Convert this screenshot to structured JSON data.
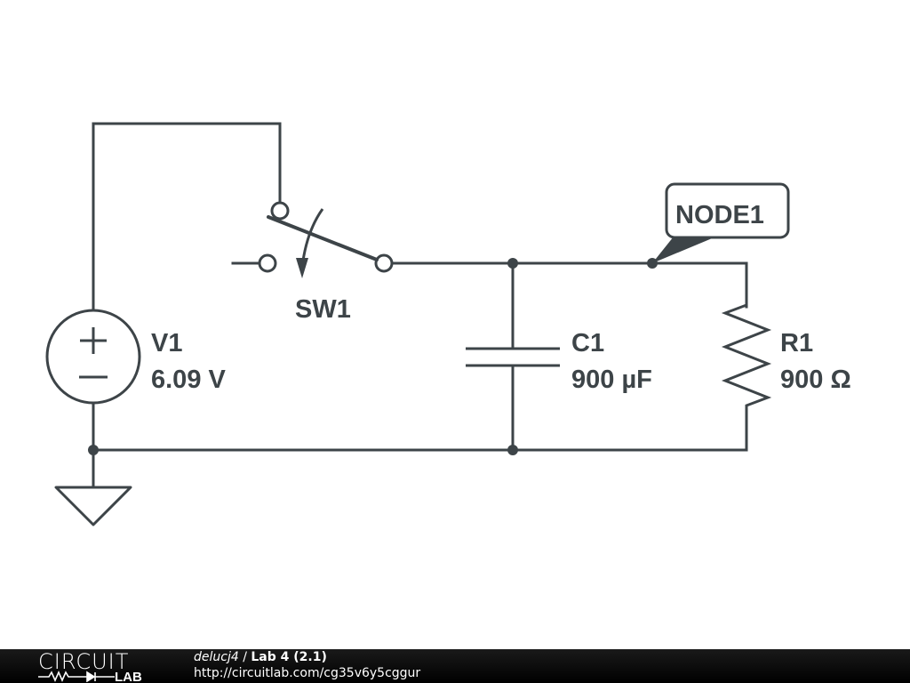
{
  "schematic": {
    "components": {
      "v1": {
        "name": "V1",
        "value": "6.09 V",
        "plus": "+",
        "minus": "−"
      },
      "sw1": {
        "name": "SW1"
      },
      "c1": {
        "name": "C1",
        "value": "900 µF"
      },
      "r1": {
        "name": "R1",
        "value": "900 Ω"
      }
    },
    "node_label": "NODE1",
    "colors": {
      "stroke": "#3d4448",
      "background": "#ffffff",
      "footer": "#000000"
    }
  },
  "footer": {
    "logo_top": "CIRCUIT",
    "logo_bottom": "LAB",
    "author": "delucj4",
    "separator": " / ",
    "title": "Lab 4 (2.1)",
    "url": "http://circuitlab.com/cg35v6y5cggur"
  }
}
